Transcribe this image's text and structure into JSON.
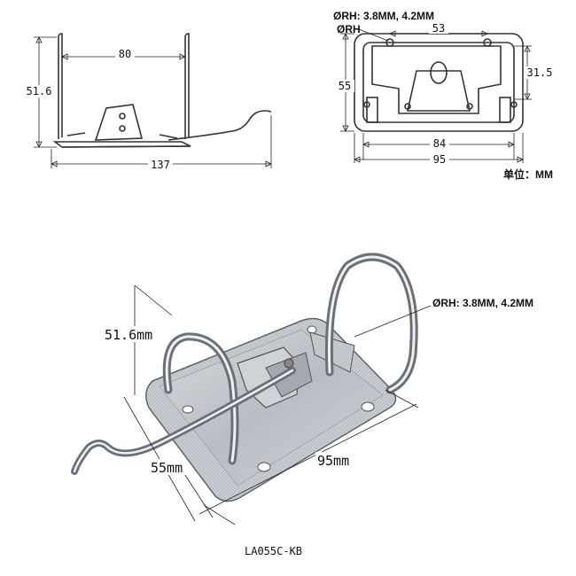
{
  "side_view": {
    "width_top": "80",
    "height": "51.6",
    "length": "137"
  },
  "top_view": {
    "hole_note": "ØRH: 3.8MM, 4.2MM",
    "hole_label": "ØRH",
    "ring_spacing": "53",
    "height_inner": "31.5",
    "height_outer": "55",
    "width_inner": "84",
    "width_outer": "95"
  },
  "unit_note": "单位：MM",
  "photo": {
    "height": "51.6mm",
    "depth": "55mm",
    "width": "95mm",
    "ring_note": "ØRH: 3.8MM, 4.2MM"
  },
  "model": "LA055C-KB",
  "colors": {
    "metal": "#b8bcc2",
    "metal_dark": "#6e7378",
    "metal_light": "#e4e6e9"
  }
}
